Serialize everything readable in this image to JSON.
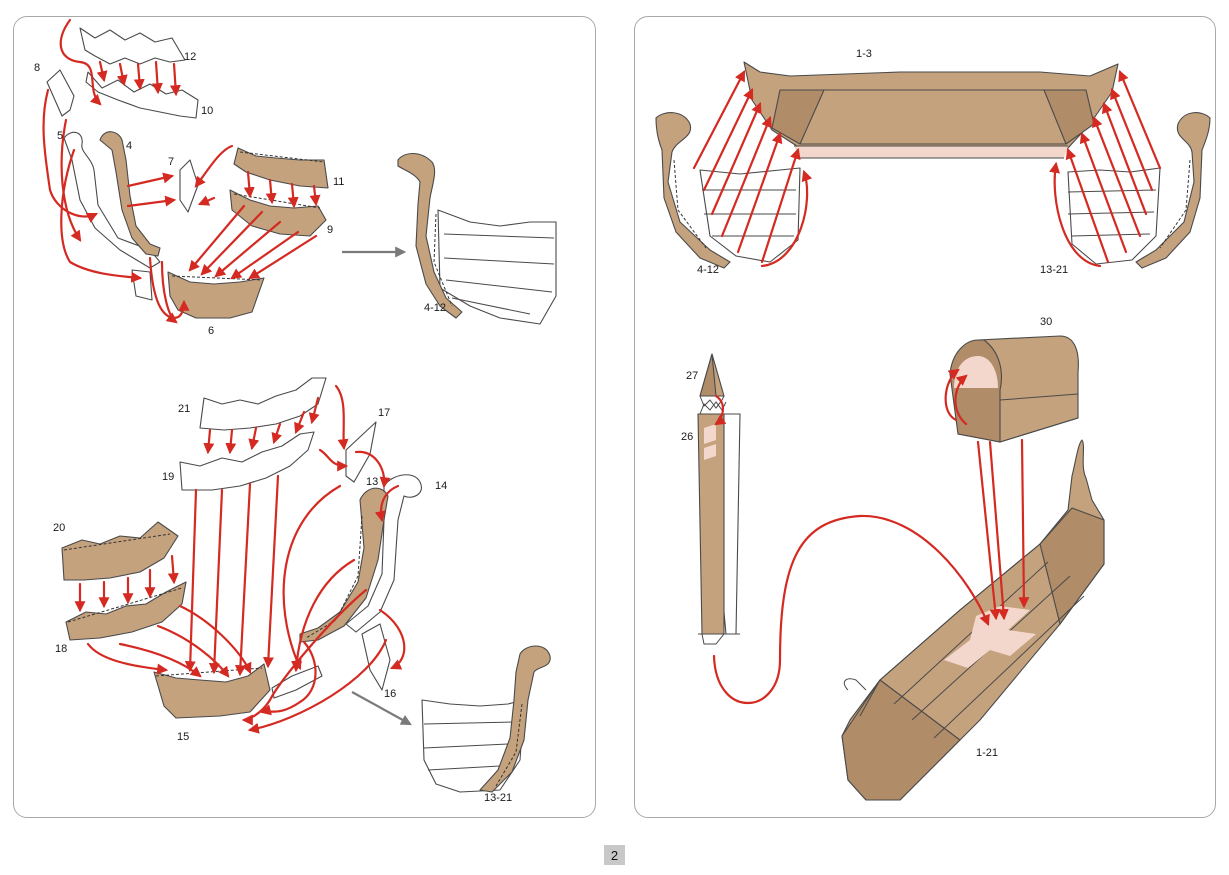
{
  "page": {
    "number": "2"
  },
  "labels": {
    "p1": "1-3",
    "p2": "4-12",
    "p3": "13-21",
    "p4": "30",
    "p5": "27",
    "p6": "26",
    "p7": "1-21",
    "p8": "12",
    "p9": "8",
    "p10": "10",
    "p11": "5",
    "p12": "4",
    "p13": "7",
    "p14": "11",
    "p15": "9",
    "p16": "6",
    "p17": "4-12",
    "p18": "21",
    "p19": "17",
    "p20": "19",
    "p21": "13",
    "p22": "14",
    "p23": "20",
    "p24": "18",
    "p25": "16",
    "p26": "15",
    "p27": "13-21"
  },
  "colors": {
    "paper_tan": "#c4a27e",
    "arrow_red": "#d42a22",
    "outline_gray": "#4a4a4a",
    "panel_border": "#a9a9a9"
  }
}
